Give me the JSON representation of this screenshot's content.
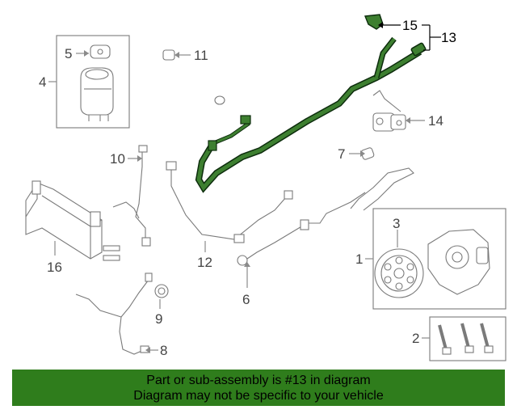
{
  "callouts": {
    "c1": "1",
    "c2": "2",
    "c3": "3",
    "c4": "4",
    "c5": "5",
    "c6": "6",
    "c7": "7",
    "c8": "8",
    "c9": "9",
    "c10": "10",
    "c11": "11",
    "c12": "12",
    "c13": "13",
    "c14": "14",
    "c15": "15",
    "c16": "16"
  },
  "highlight_color": "#3d7f30",
  "banner": {
    "line1": "Part or sub-assembly is #13 in diagram",
    "line2": "Diagram may not be specific to your vehicle",
    "background": "#2f7d1c"
  }
}
